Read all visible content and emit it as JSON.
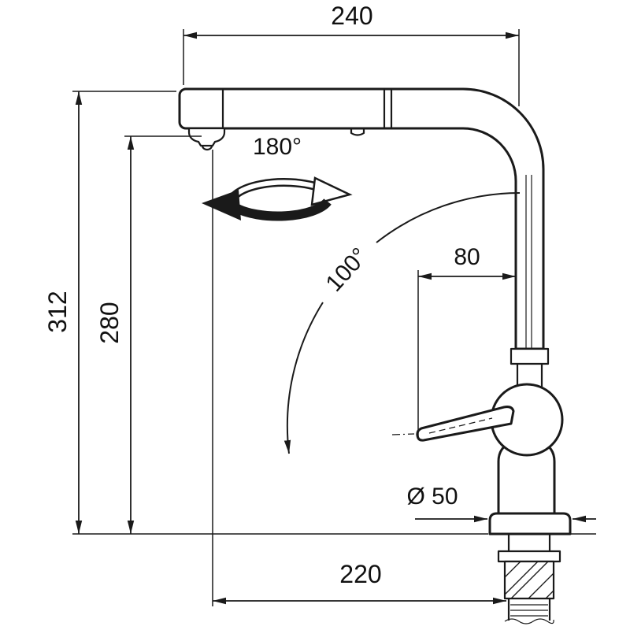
{
  "page": {
    "background": "#ffffff",
    "line_color": "#1a1a1a"
  },
  "labels": {
    "width_top": "240",
    "height_total": "312",
    "height_spout": "280",
    "rotation_angle": "180°",
    "swivel_angle": "100°",
    "handle_reach": "80",
    "base_diameter": "Ø 50",
    "width_bottom": "220"
  }
}
